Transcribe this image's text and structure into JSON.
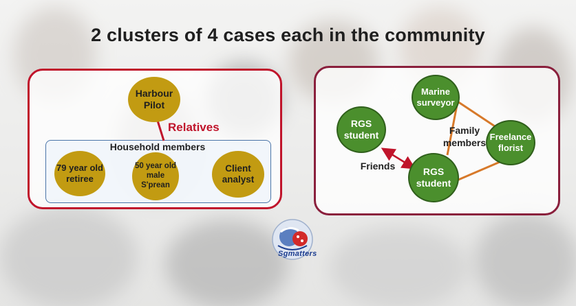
{
  "title": "2 clusters of 4 cases each in the community",
  "cluster1": {
    "top_node": "Harbour\nPilot",
    "relation_label": "Relatives",
    "household_label": "Household members",
    "members": [
      "79 year old\nretiree",
      "50 year old\nmale\nS'prean",
      "Client\nanalyst"
    ],
    "node_color": "#c29b12",
    "border_color": "#c0142b"
  },
  "cluster2": {
    "nodes": {
      "marine": "Marine\nsurveyor",
      "rgs_top": "RGS\nstudent",
      "rgs_bottom": "RGS\nstudent",
      "florist": "Freelance\nflorist"
    },
    "family_label": "Family\nmembers",
    "friends_label": "Friends",
    "node_color": "#4b8f2d",
    "border_color": "#8a1f3c",
    "family_link_color": "#d7792a",
    "friends_link_color": "#c0142b"
  },
  "logo": {
    "text": "Sgmatters",
    "icon": "sgmatters-logo-icon"
  }
}
